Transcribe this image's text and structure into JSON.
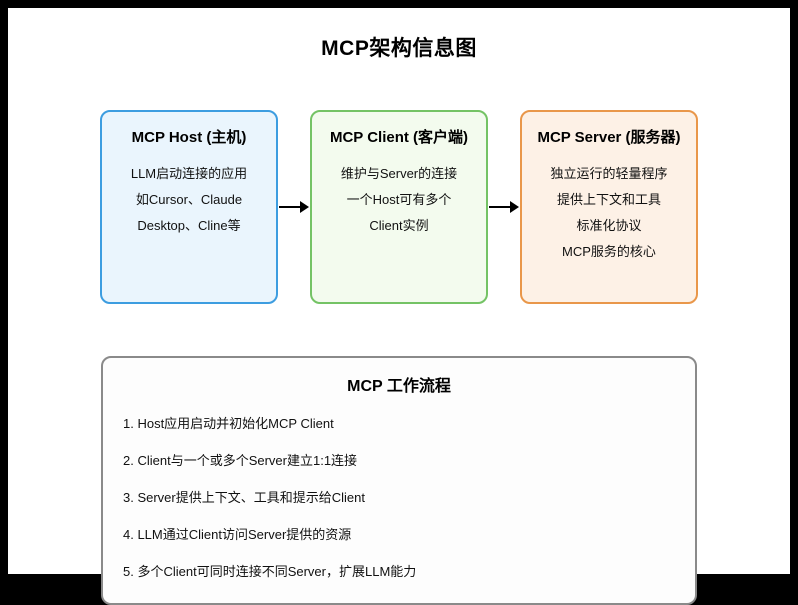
{
  "page": {
    "title": "MCP架构信息图",
    "background_color": "#ffffff",
    "frame_color": "#000000"
  },
  "architecture": {
    "nodes": [
      {
        "id": "host",
        "title": "MCP Host (主机)",
        "lines": [
          "LLM启动连接的应用",
          "如Cursor、Claude",
          "Desktop、Cline等"
        ],
        "border_color": "#3d9de0",
        "fill_color": "#eaf5fd"
      },
      {
        "id": "client",
        "title": "MCP Client (客户端)",
        "lines": [
          "维护与Server的连接",
          "一个Host可有多个",
          "Client实例"
        ],
        "border_color": "#74c365",
        "fill_color": "#f3fbee"
      },
      {
        "id": "server",
        "title": "MCP Server (服务器)",
        "lines": [
          "独立运行的轻量程序",
          "提供上下文和工具",
          "标准化协议",
          "MCP服务的核心"
        ],
        "border_color": "#e9974a",
        "fill_color": "#fdf1e6"
      }
    ],
    "connector_color": "#000000"
  },
  "workflow": {
    "title": "MCP 工作流程",
    "border_color": "#8a8a8a",
    "steps": [
      "1. Host应用启动并初始化MCP Client",
      "2. Client与一个或多个Server建立1:1连接",
      "3. Server提供上下文、工具和提示给Client",
      "4. LLM通过Client访问Server提供的资源",
      "5. 多个Client可同时连接不同Server，扩展LLM能力"
    ]
  }
}
